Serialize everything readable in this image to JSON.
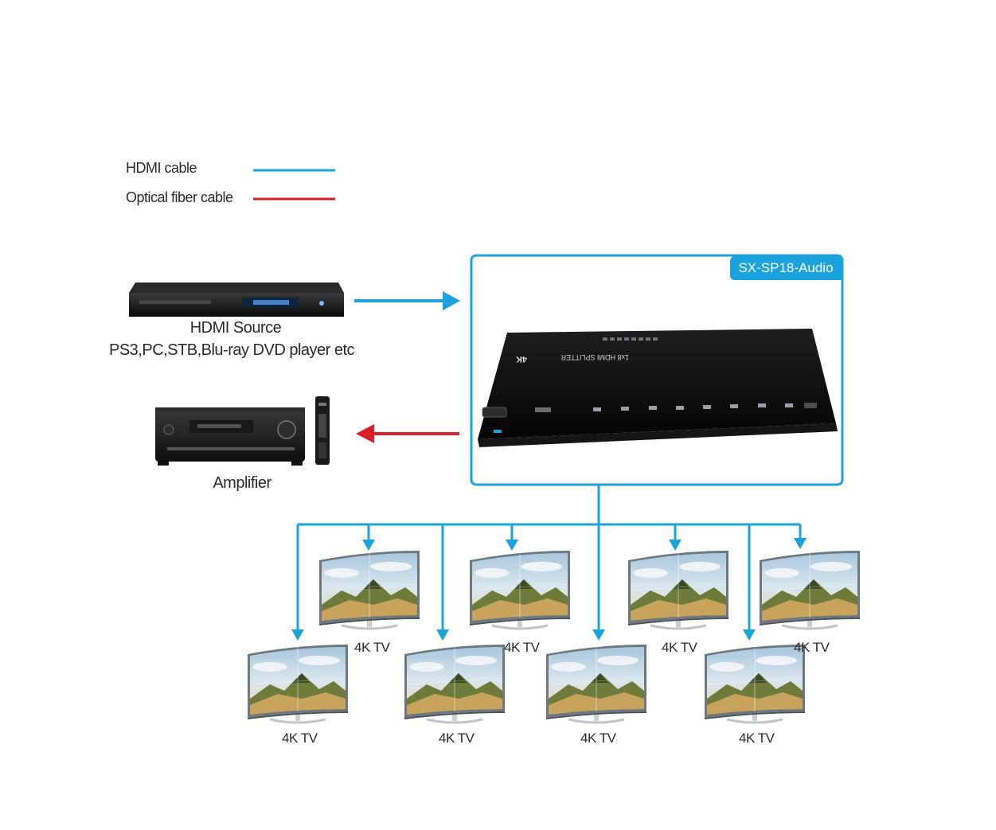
{
  "legend": {
    "hdmi_label": "HDMI cable",
    "optical_label": "Optical fiber cable",
    "hdmi_color": "#1aa3dc",
    "optical_color": "#d81f2a"
  },
  "source": {
    "title": "HDMI Source",
    "subtitle": "PS3,PC,STB,Blu-ray DVD player etc"
  },
  "amplifier": {
    "title": "Amplifier"
  },
  "splitter": {
    "model": "SX-SP18-Audio",
    "panel_text": "1x8 HDMI SPLITTER",
    "panel_badge": "4K"
  },
  "displays": [
    {
      "label": "4K TV"
    },
    {
      "label": "4K TV"
    },
    {
      "label": "4K TV"
    },
    {
      "label": "4K TV"
    },
    {
      "label": "4K TV"
    },
    {
      "label": "4K TV"
    },
    {
      "label": "4K TV"
    },
    {
      "label": "4K TV"
    }
  ]
}
